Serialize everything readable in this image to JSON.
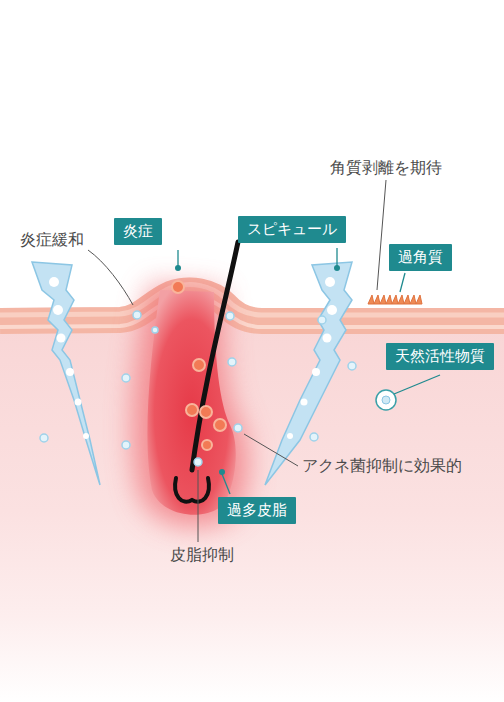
{
  "diagram": {
    "nodes": [
      {
        "text": [
          "炎症"
        ]
      },
      {
        "text": [
          "スピキュール"
        ]
      },
      {
        "text": [
          "過角質"
        ]
      },
      {
        "text": [
          "天然活性物質"
        ]
      },
      {
        "text": [
          "過多皮脂"
        ]
      }
    ],
    "labels": [
      "角質剥離を期待",
      "炎症緩和",
      "アクネ菌抑制に効果的",
      "皮脂抑制"
    ]
  }
}
